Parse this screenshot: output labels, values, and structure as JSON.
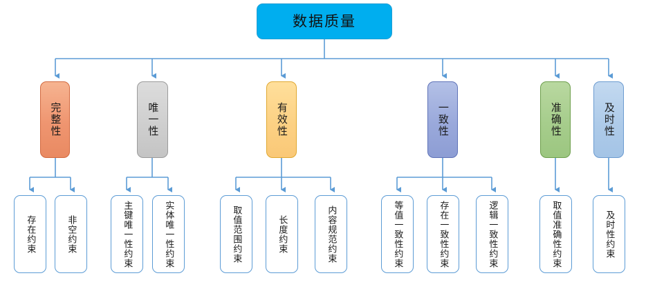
{
  "diagram": {
    "title": "数据质量",
    "type": "tree-hierarchy",
    "root": {
      "label": "数据质量",
      "color": "#00AEEF"
    },
    "level2": [
      {
        "id": "completeness",
        "label": "完整性",
        "color": "#EF9570"
      },
      {
        "id": "uniqueness",
        "label": "唯一性",
        "color": "#CFCFCF"
      },
      {
        "id": "validity",
        "label": "有效性",
        "color": "#FCD184"
      },
      {
        "id": "consistency",
        "label": "一致性",
        "color": "#9AA9DB"
      },
      {
        "id": "accuracy",
        "label": "准确性",
        "color": "#A6CD8C"
      },
      {
        "id": "timeliness",
        "label": "及时性",
        "color": "#AECBE9"
      }
    ],
    "leaves": [
      {
        "id": "existence-constraint",
        "parent": "completeness",
        "label": "存在约束"
      },
      {
        "id": "not-null-constraint",
        "parent": "completeness",
        "label": "非空约束"
      },
      {
        "id": "primary-key-unique-constraint",
        "parent": "uniqueness",
        "label": "主键唯一性约束"
      },
      {
        "id": "entity-unique-constraint",
        "parent": "uniqueness",
        "label": "实体唯一性约束"
      },
      {
        "id": "value-range-constraint",
        "parent": "validity",
        "label": "取值范围约束"
      },
      {
        "id": "length-constraint",
        "parent": "validity",
        "label": "长度约束"
      },
      {
        "id": "content-spec-constraint",
        "parent": "validity",
        "label": "内容规范约束"
      },
      {
        "id": "equal-value-consistency",
        "parent": "consistency",
        "label": "等值一致性约束"
      },
      {
        "id": "existence-consistency",
        "parent": "consistency",
        "label": "存在一致性约束"
      },
      {
        "id": "logical-consistency",
        "parent": "consistency",
        "label": "逻辑一致性约束"
      },
      {
        "id": "value-accuracy-constraint",
        "parent": "accuracy",
        "label": "取值准确性约束"
      },
      {
        "id": "timeliness-constraint",
        "parent": "timeliness",
        "label": "及时性约束"
      }
    ],
    "connector_color": "#5B9BD5"
  }
}
